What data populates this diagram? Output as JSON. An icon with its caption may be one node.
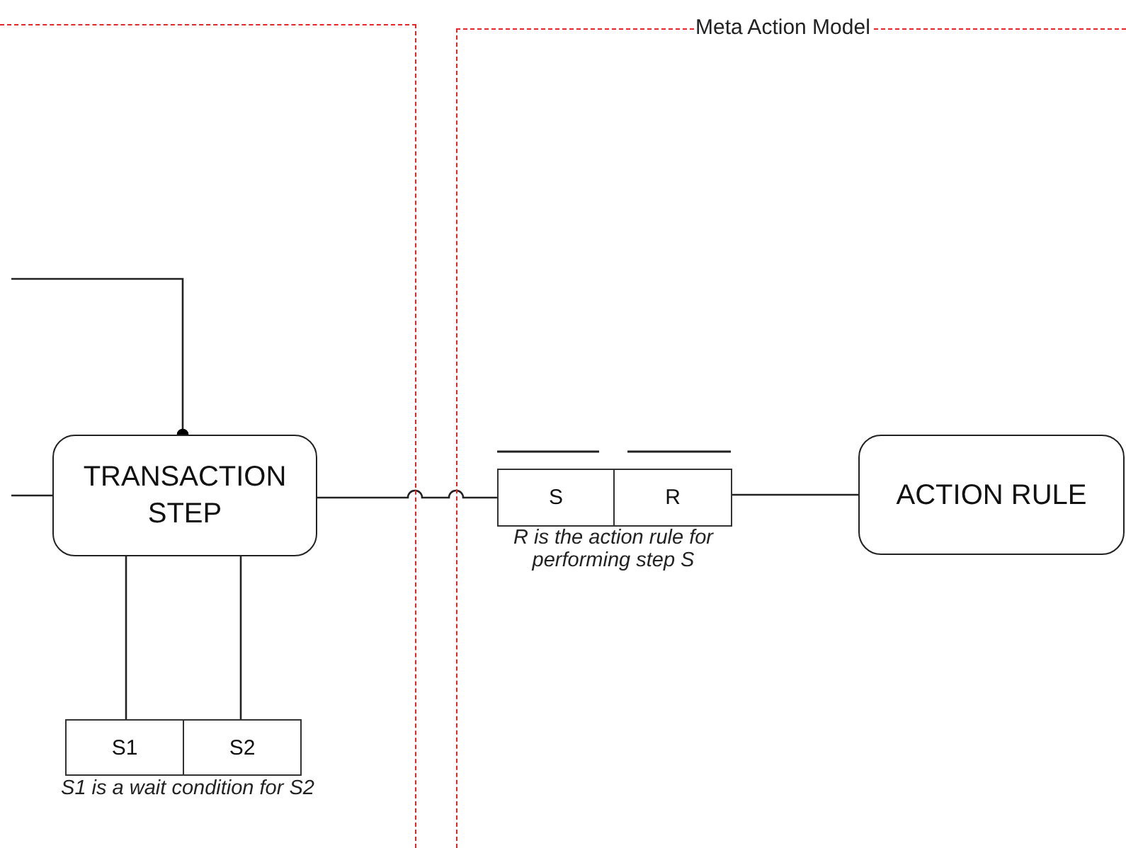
{
  "diagram": {
    "nodes": [
      {
        "text": [],
        "shape": "box"
      },
      {
        "text": [
          "TRANSACTION STEP"
        ],
        "in": 0
      },
      {
        "text": [
          "S1"
        ],
        "in": 0
      },
      {
        "text": [
          "S2"
        ],
        "in": 0
      },
      {
        "text": [
          "Meta Action Model"
        ]
      },
      {
        "text": [
          "S"
        ],
        "in": 4
      },
      {
        "text": [
          "R"
        ],
        "in": 4
      },
      {
        "text": [
          "ACTION RULE"
        ],
        "in": 4
      }
    ],
    "edges": [
      {
        "from": null,
        "to": 1,
        "arrow": "other"
      },
      {
        "from": null,
        "to": 1,
        "arrow": "none"
      },
      {
        "from": 1,
        "to": 5,
        "arrow": "none"
      },
      {
        "from": 6,
        "to": 7,
        "arrow": "none"
      },
      {
        "from": 1,
        "to": 2,
        "arrow": "none"
      },
      {
        "from": 1,
        "to": 3,
        "arrow": "none"
      }
    ],
    "labels": [
      "R is the action rule for performing step S",
      "S1 is a wait condition for S2"
    ]
  }
}
